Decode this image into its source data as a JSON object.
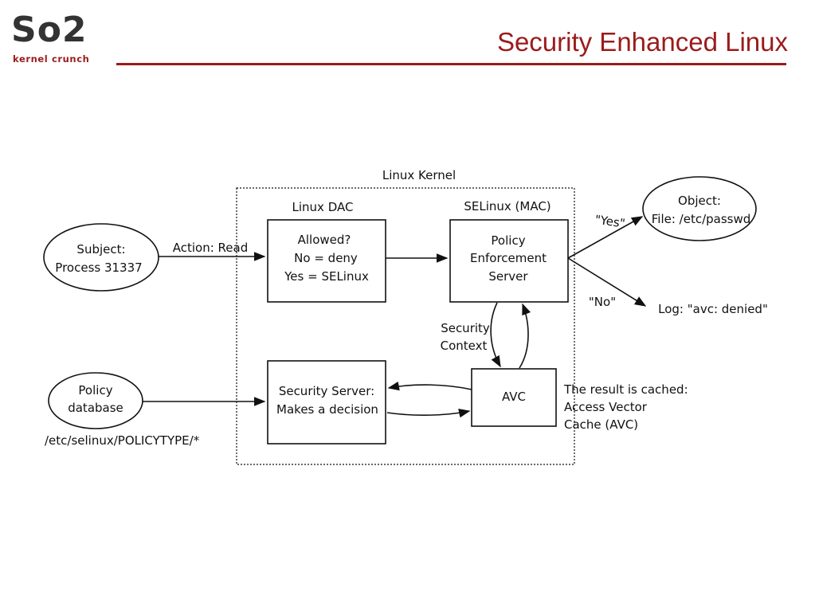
{
  "header": {
    "logo_word": "So2",
    "logo_subtitle": "kernel crunch",
    "title": "Security Enhanced Linux"
  },
  "colors": {
    "accent": "#9b1b1b",
    "logo_text": "#333333",
    "diagram_ink": "#111111"
  },
  "diagram": {
    "kernel_label": "Linux Kernel",
    "dac_label": "Linux DAC",
    "mac_label": "SELinux (MAC)",
    "subject": [
      "Subject:",
      "Process 31337"
    ],
    "action_label": "Action: Read",
    "dac_box": [
      "Allowed?",
      "No = deny",
      "Yes = SELinux"
    ],
    "pes_box": [
      "Policy",
      "Enforcement",
      "Server"
    ],
    "yes_label": "\"Yes\"",
    "no_label": "\"No\"",
    "object": [
      "Object:",
      "File: /etc/passwd"
    ],
    "log_label": "Log: \"avc: denied\"",
    "security_context": [
      "Security",
      "Context"
    ],
    "avc_label": "AVC",
    "cache_note": [
      "The result is cached:",
      "Access Vector",
      "Cache (AVC)"
    ],
    "security_server": [
      "Security Server:",
      "Makes a decision"
    ],
    "policy_db": [
      "Policy",
      "database"
    ],
    "policy_path": "/etc/selinux/POLICYTYPE/*"
  }
}
